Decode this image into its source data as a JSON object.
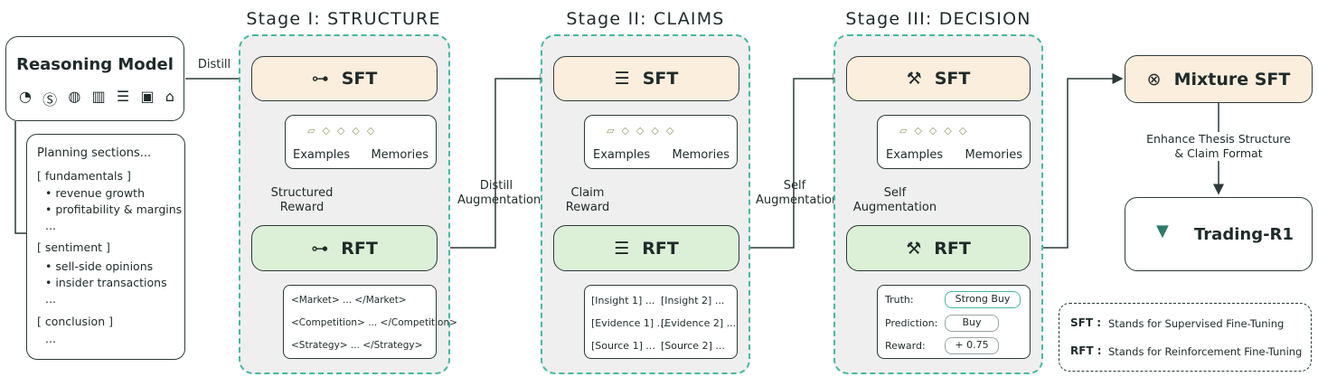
{
  "reasoning_model": {
    "title": "Reasoning Model",
    "icons": [
      "pie-chart-icon",
      "dollar-icon",
      "globe-icon",
      "buildings-icon",
      "gavel-list-icon",
      "contact-icon",
      "bank-icon"
    ]
  },
  "planning": {
    "lines": [
      "Planning sections...",
      "[ fundamentals ]",
      "• revenue growth",
      "• profitability & margins",
      "...",
      "[ sentiment ]",
      "• sell-side opinions",
      "• insider transactions",
      "...",
      "[ conclusion ]",
      "..."
    ]
  },
  "edges": {
    "distill": "Distill",
    "distill_aug_1": "Distill",
    "distill_aug_2": "Augmentation",
    "self_aug_1": "Self",
    "self_aug_2": "Augmentation",
    "enhance_1": "Enhance Thesis Structure",
    "enhance_2": "& Claim Format"
  },
  "stage1": {
    "title": "Stage I: STRUCTURE",
    "sft": "SFT",
    "rft": "RFT",
    "examples": "Examples",
    "memories": "Memories",
    "reward": "Structured Reward",
    "tags": [
      "<Market> ... </Market>",
      "<Competition> ... </Competition>",
      "<Strategy> ... </Strategy>"
    ]
  },
  "stage2": {
    "title": "Stage II: CLAIMS",
    "sft": "SFT",
    "rft": "RFT",
    "examples": "Examples",
    "memories": "Memories",
    "reward": "Claim Reward",
    "claims": {
      "insight1": "[Insight 1] ...",
      "insight2": "[Insight 2] ...",
      "evidence1": "[Evidence 1] ...",
      "evidence2": "[Evidence 2] ...",
      "source1": "[Source 1] ...",
      "source2": "[Source 2] ..."
    }
  },
  "stage3": {
    "title": "Stage III: DECISION",
    "sft": "SFT",
    "rft": "RFT",
    "examples": "Examples",
    "memories": "Memories",
    "reward": "Self Augmentation",
    "truth_label": "Truth:",
    "truth_value": "Strong Buy",
    "prediction_label": "Prediction:",
    "prediction_value": "Buy",
    "reward_label": "Reward:",
    "reward_value": "+ 0.75"
  },
  "mixture": {
    "label": "Mixture SFT"
  },
  "trading": {
    "label": "Trading-R1"
  },
  "legend": {
    "sft_key": "SFT :",
    "sft_desc": "Stands for Supervised Fine-Tuning",
    "rft_key": "RFT :",
    "rft_desc": "Stands for Reinforcement Fine-Tuning"
  },
  "colors": {
    "sft_fill": "#fbeedd",
    "rft_fill": "#dcefd7",
    "dash": "#47b8a0",
    "stage_bg": "#efefef",
    "ink": "#2c3a3a"
  }
}
